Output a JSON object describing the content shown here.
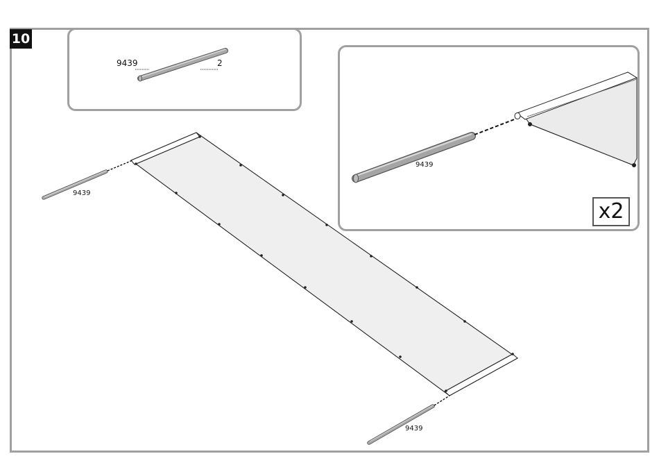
{
  "step": {
    "number": "10"
  },
  "parts_box": {
    "part_code": "9439",
    "part_qty": "2"
  },
  "canopy_labels": {
    "rod_left": "9439",
    "rod_right": "9439"
  },
  "detail_box": {
    "rod_label": "9439",
    "multiplier": "x2"
  },
  "colors": {
    "frame": "#a0a0a0",
    "canopy_fill": "#efefef",
    "rod": "#9a9a9a",
    "badge": "#111111"
  }
}
